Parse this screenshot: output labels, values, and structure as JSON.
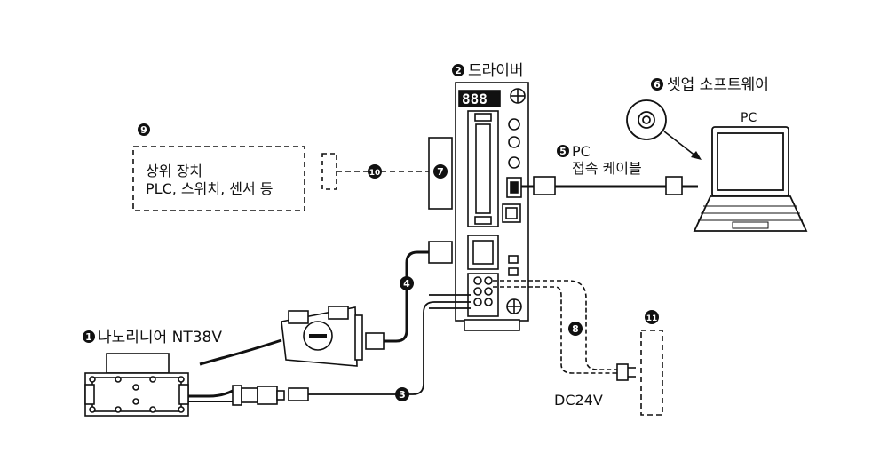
{
  "labels": {
    "driver": "드라이버",
    "setup_software": "셋업 소프트웨어",
    "pc": "PC",
    "pc_cable_line1": "PC",
    "pc_cable_line2": "접속 케이블",
    "host_line1": "상위 장치",
    "host_line2": "PLC, 스위치, 센서 등",
    "nanorini": "나노리니어 NT38V",
    "dc24v": "DC24V"
  },
  "markers": {
    "m1": "1",
    "m2": "2",
    "m3": "3",
    "m4": "4",
    "m5": "5",
    "m6": "6",
    "m7": "7",
    "m8": "8",
    "m9": "9",
    "m10": "10",
    "m11": "11"
  },
  "colors": {
    "ink": "#111111",
    "paper": "#ffffff",
    "dark_fill": "#1a1a1a"
  }
}
